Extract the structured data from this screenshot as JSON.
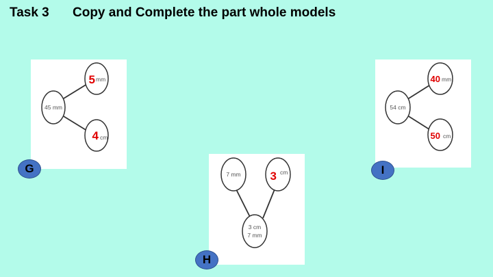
{
  "header": {
    "task": "Task 3",
    "title": "Copy and Complete the part whole models"
  },
  "colors": {
    "background": "#b3fbea",
    "badge": "#4472c4",
    "answer": "#e00000"
  },
  "models": [
    {
      "label": "G",
      "whole": "45 mm",
      "parts": [
        {
          "answer": "5",
          "unit": "mm"
        },
        {
          "answer": "4",
          "unit": "cm"
        }
      ]
    },
    {
      "label": "H",
      "whole_line1": "3 cm",
      "whole_line2": "7 mm",
      "parts": [
        {
          "value": "7 mm"
        },
        {
          "answer": "3",
          "unit": "cm"
        }
      ]
    },
    {
      "label": "I",
      "whole": "54 cm",
      "parts": [
        {
          "answer": "40",
          "unit": "mm"
        },
        {
          "answer": "50",
          "unit": "cm"
        }
      ]
    }
  ]
}
